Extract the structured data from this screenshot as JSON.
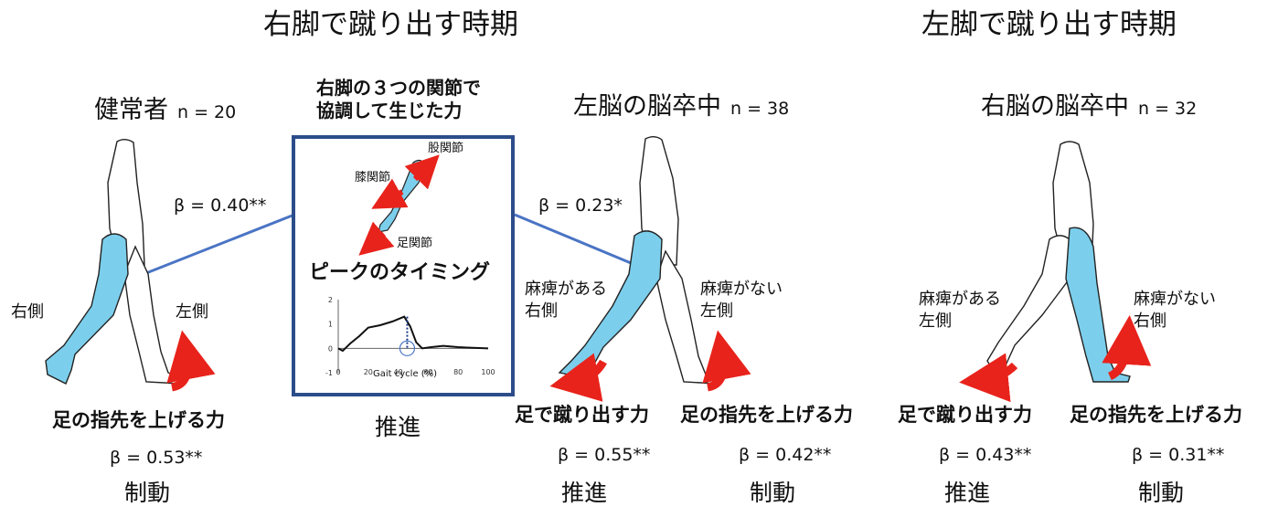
{
  "headings": {
    "right_push": "右脚で蹴り出す時期",
    "left_push": "左脚で蹴り出す時期"
  },
  "groups": {
    "healthy": {
      "label": "健常者",
      "n": "n = 20",
      "beta_hip": "β = 0.40**",
      "right": "右側",
      "left": "左側",
      "force": "足の指先を上げる力",
      "beta_force": "β =  0.53**",
      "role": "制動"
    },
    "left_stroke": {
      "label": "左脳の脳卒中",
      "n": "n = 38",
      "beta_hip": "β = 0.23*",
      "paralyzed": [
        "麻痺がある",
        "右側"
      ],
      "nonparalyzed": [
        "麻痺がない",
        "左側"
      ],
      "force_push": "足で蹴り出す力",
      "beta_push": "β =  0.55**",
      "role_push": "推進",
      "force_toe": "足の指先を上げる力",
      "beta_toe": "β =  0.42**",
      "role_toe": "制動"
    },
    "right_stroke": {
      "label": "右脳の脳卒中",
      "n": "n = 32",
      "paralyzed": [
        "麻痺がある",
        "左側"
      ],
      "nonparalyzed": [
        "麻痺がない",
        "右側"
      ],
      "force_push": "足で蹴り出す力",
      "beta_push": "β =  0.43**",
      "role_push": "推進",
      "force_toe": "足の指先を上げる力",
      "beta_toe": "β =  0.31**",
      "role_toe": "制動"
    }
  },
  "center_box": {
    "title": [
      "右脚の３つの関節で",
      "協調して生じた力"
    ],
    "joints": {
      "hip": "股関節",
      "knee": "膝関節",
      "ankle": "足関節"
    },
    "peak": "ピークのタイミング",
    "role": "推進",
    "mini_chart": {
      "type": "line",
      "xlabel": "Gait cycle (%)",
      "xticks": [
        "0",
        "20",
        "40",
        "60",
        "80",
        "100"
      ],
      "yticks": [
        "2",
        "1",
        "0",
        "-1"
      ],
      "xlim": [
        0,
        100
      ],
      "ylim": [
        -1,
        2
      ],
      "x": [
        0,
        3,
        8,
        14,
        20,
        28,
        36,
        44,
        48,
        52,
        56,
        62,
        70,
        80,
        90,
        100
      ],
      "y": [
        0,
        -0.1,
        0.2,
        0.5,
        0.85,
        0.95,
        1.1,
        1.3,
        0.9,
        0.25,
        0.0,
        0.05,
        0.1,
        0.05,
        0.02,
        0
      ],
      "peak_x": 46
    }
  },
  "colors": {
    "limb": "#7ccfec",
    "arrow": "#e8231b",
    "box": "#2c4d8a",
    "line": "#4a74c4"
  }
}
